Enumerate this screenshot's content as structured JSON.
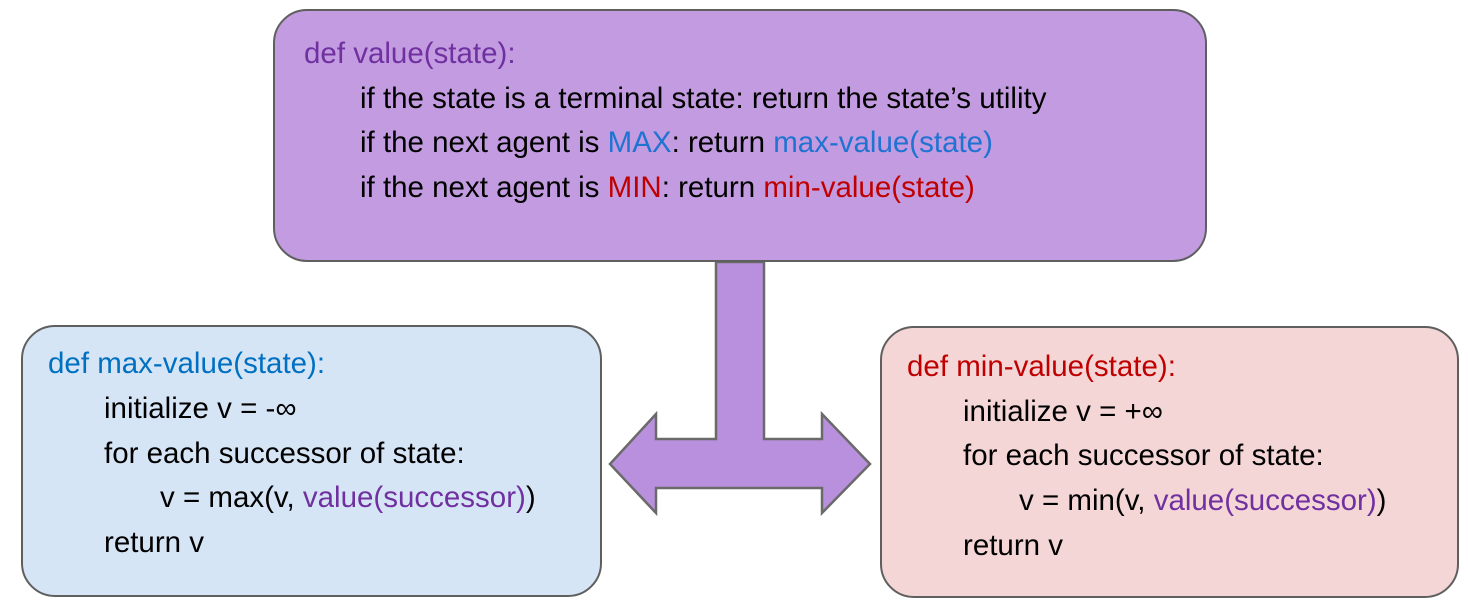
{
  "colors": {
    "purple": "#7030a0",
    "blue": "#0070c0",
    "bright_blue": "#1f73d1",
    "red": "#c00000",
    "black": "#000000",
    "value_box_fill": "#c29be0",
    "max_box_fill": "#d6e5f6",
    "min_box_fill": "#f4d6d7",
    "arrow_fill": "#b990de"
  },
  "value_box": {
    "def_line": "def value(state):",
    "line1": "if the state is a terminal state: return the state’s utility",
    "line2_prefix": "if the next agent is ",
    "line2_agent": "MAX",
    "line2_mid": ": return ",
    "line2_call": "max-value(state)",
    "line3_prefix": "if the next agent is ",
    "line3_agent": "MIN",
    "line3_mid": ": return ",
    "line3_call": "min-value(state)"
  },
  "max_box": {
    "def_line": "def max-value(state):",
    "init_line": "initialize v = -∞",
    "for_line": "for each successor of state:",
    "update_prefix": "v = max(v, ",
    "update_call": "value(successor)",
    "update_suffix": ")",
    "return_line": "return v"
  },
  "min_box": {
    "def_line": "def min-value(state):",
    "init_line": "initialize v = +∞",
    "for_line": "for each successor of state:",
    "update_prefix": "v = min(v, ",
    "update_call": "value(successor)",
    "update_suffix": ")",
    "return_line": "return v"
  }
}
